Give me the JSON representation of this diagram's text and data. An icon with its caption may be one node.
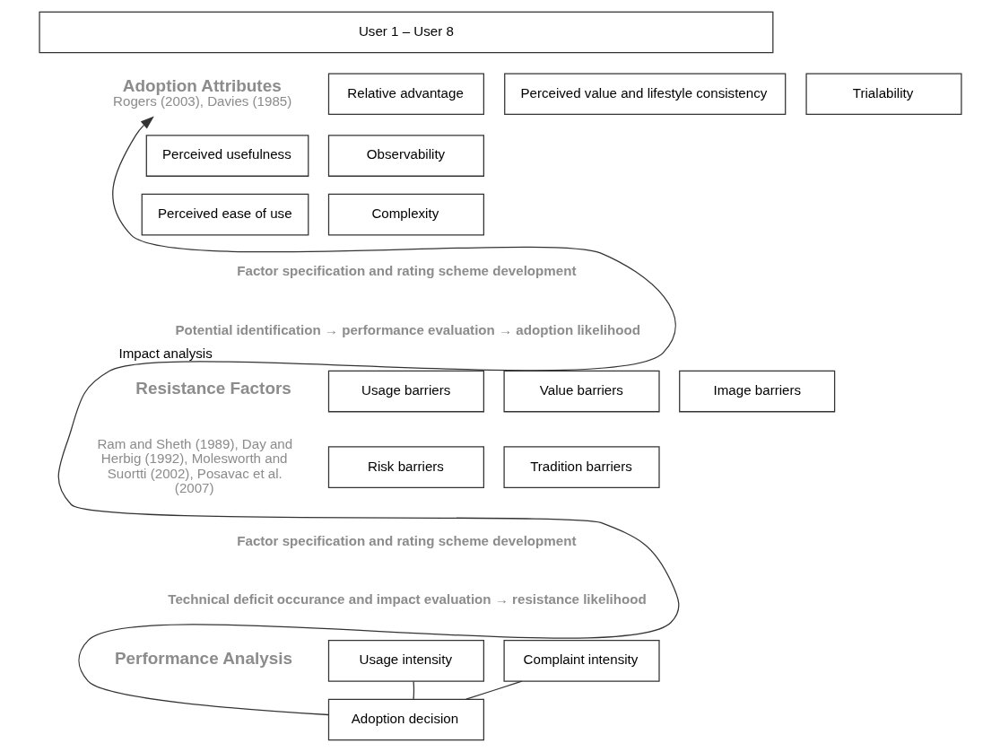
{
  "diagram": {
    "nodes": [
      {
        "text": [
          "User 1 – User 8"
        ]
      },
      {
        "text": [
          "Adoption Attributes",
          "Rogers (2003), Davies (1985)"
        ]
      },
      {
        "text": [
          "Relative advantage"
        ]
      },
      {
        "text": [
          "Perceived value and lifestyle consistency"
        ]
      },
      {
        "text": [
          "Trialability"
        ]
      },
      {
        "text": [
          "Perceived usefulness"
        ]
      },
      {
        "text": [
          "Observability"
        ]
      },
      {
        "text": [
          "Perceived ease of use"
        ]
      },
      {
        "text": [
          "Complexity"
        ]
      },
      {
        "text": [
          "Usage barriers"
        ]
      },
      {
        "text": [
          "Value barriers"
        ]
      },
      {
        "text": [
          "Image barriers"
        ]
      },
      {
        "text": [
          "Risk barriers"
        ]
      },
      {
        "text": [
          "Tradition barriers"
        ]
      },
      {
        "text": [
          "Usage intensity"
        ]
      },
      {
        "text": [
          "Complaint intensity"
        ]
      },
      {
        "text": [
          "Adoption decision"
        ]
      }
    ],
    "edges": [
      {
        "from": 14,
        "to": 16,
        "arrow": "none"
      },
      {
        "from": 15,
        "to": 16,
        "arrow": "none"
      },
      {
        "from": 16,
        "to": 1,
        "arrow": "to",
        "label": "Impact analysis"
      }
    ],
    "labels": [
      "Factor specification and rating scheme development",
      "Potential identification → performance evaluation → adoption likelihood",
      "Resistance Factors",
      "Ram and Sheth (1989), Day and Herbig (1992), Molesworth and Suortti (2002), Posavac et al. (2007)",
      "Factor specification and rating scheme development",
      "Technical deficit occurance and impact evaluation → resistance likelihood",
      "Performance Analysis"
    ]
  }
}
